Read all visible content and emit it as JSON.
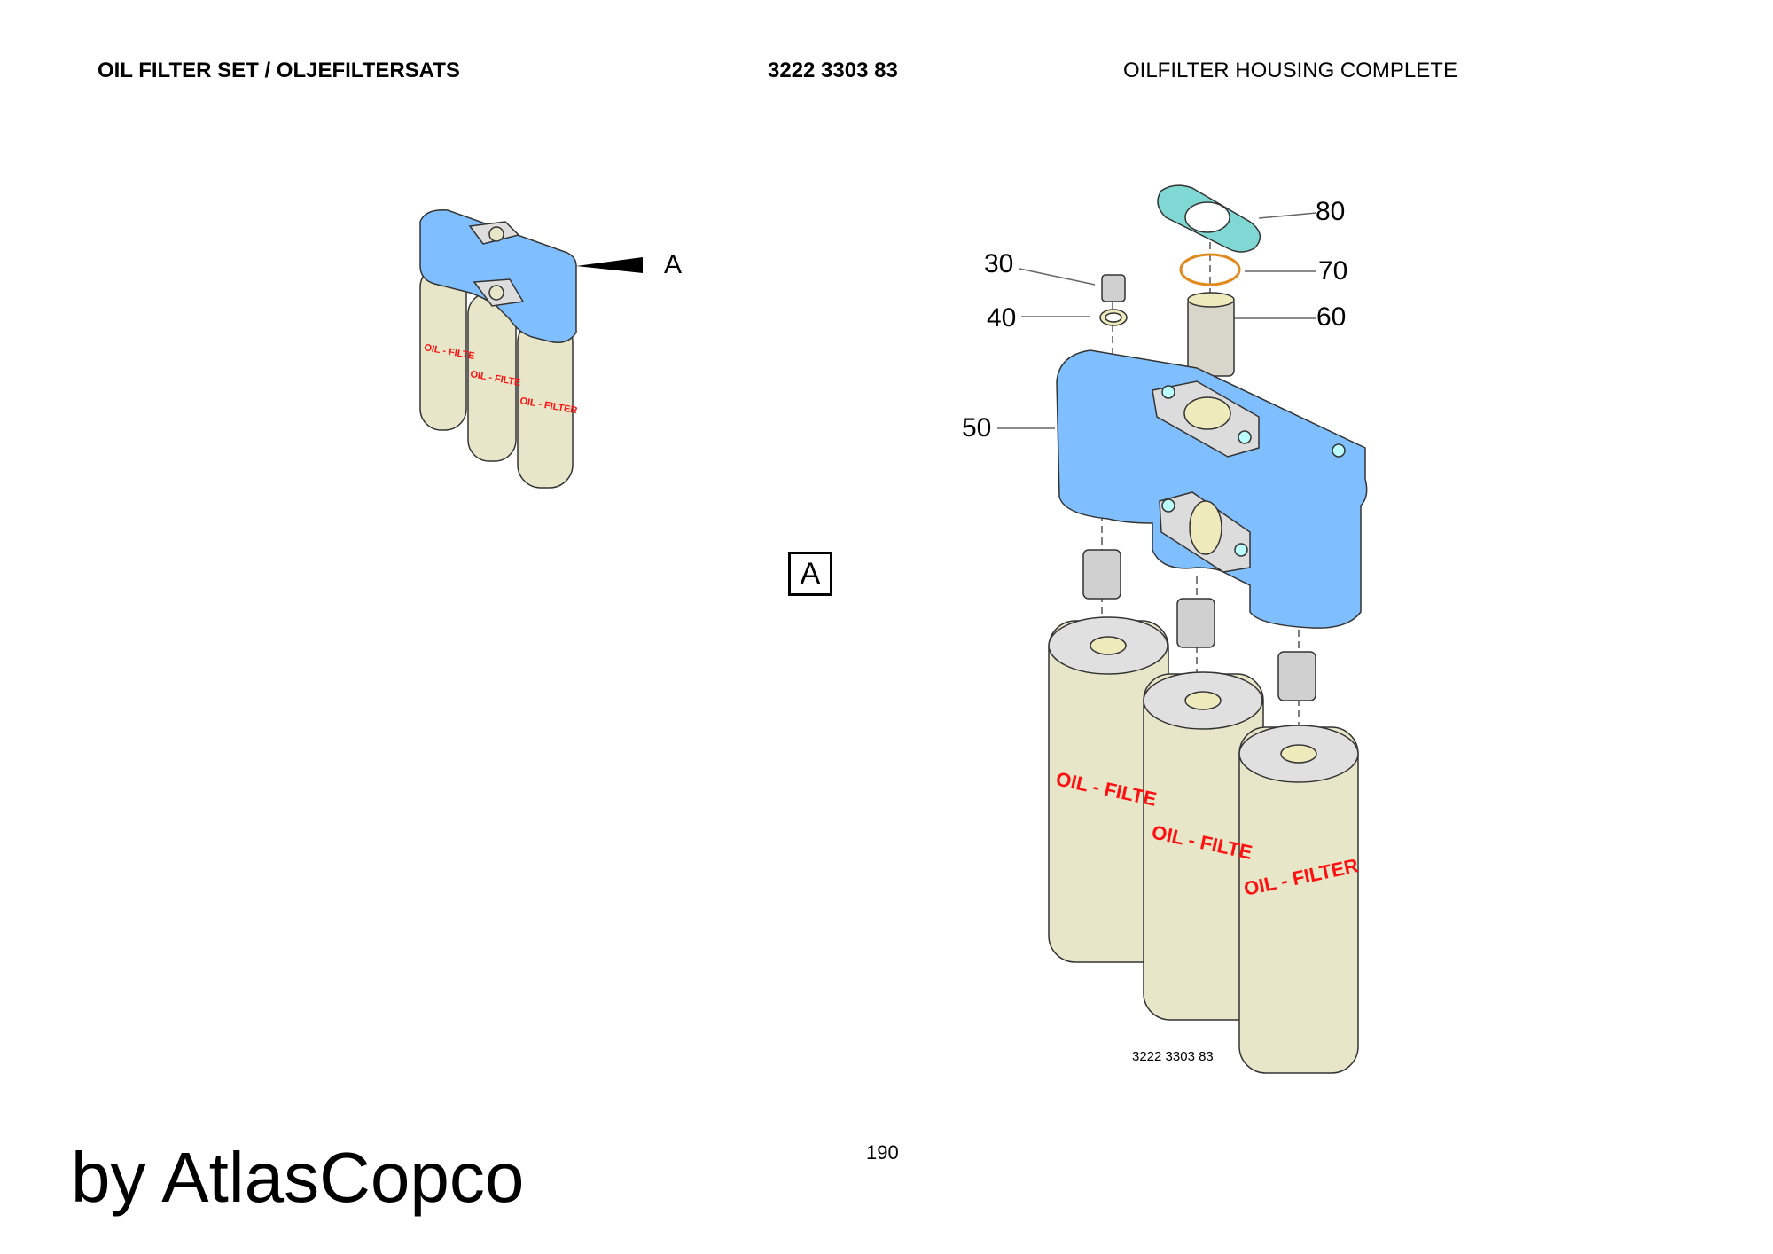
{
  "header": {
    "title_left": "OIL FILTER SET / OLJEFILTERSATS",
    "part_number": "3222 3303 83",
    "title_right": "OILFILTER HOUSING COMPLETE"
  },
  "overview": {
    "view_label": "A",
    "filter_text": "OIL - FILTER"
  },
  "detail_view_label": "A",
  "callouts": [
    "80",
    "70",
    "60",
    "30",
    "40",
    "50"
  ],
  "drawing_number": "3222 3303 83",
  "page_number": "190",
  "footer_brand": "by AtlasCopco",
  "colors": {
    "housing": "#80bfff",
    "gasket": "#7fd8d4",
    "oring": "#e08a1e",
    "filter_body": "#e8e6c8",
    "filter_text": "#ff1010"
  }
}
